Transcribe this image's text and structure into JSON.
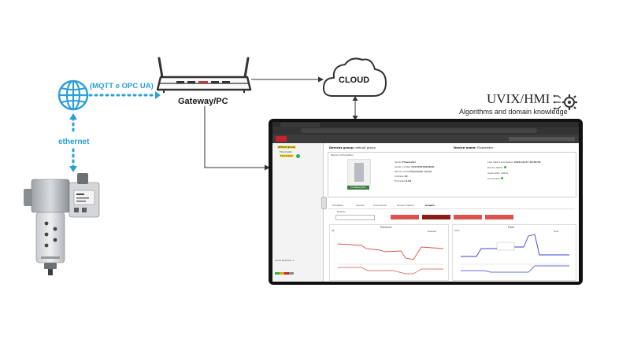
{
  "labels": {
    "protocol": "(MQTT e OPC UA)",
    "ethernet": "ethernet",
    "gateway": "Gateway/PC",
    "cloud": "CLOUD"
  },
  "brand": {
    "logo": "UVIX/HMI",
    "tagline": "Algorithms and domain knowledge"
  },
  "app": {
    "device_group_label": "Devices group:",
    "device_group_value": "default group",
    "device_name_label": "Device name:",
    "device_name_value": "Flowmeter",
    "tree_root": "default group",
    "tree_item_1": "Flowmeter",
    "tree_item_2": "Flowmeter",
    "info_title": "Device information",
    "config_button": "Configuration",
    "fields": [
      {
        "label": "Series",
        "value": "Flowmeter"
      },
      {
        "label": "Serial number",
        "value": "0123456789ABCD"
      },
      {
        "label": "Family name",
        "value": "Flowmeter series"
      },
      {
        "label": "Address",
        "value": "10"
      },
      {
        "label": "Firmware",
        "value": "0.03"
      }
    ],
    "status_fields": [
      {
        "label": "Last data transmission",
        "value": "2020-10-27 10:09:26"
      },
      {
        "label": "Device status",
        "value": ""
      },
      {
        "label": "Application status",
        "value": ""
      },
      {
        "label": "Connection",
        "value": ""
      }
    ],
    "tabs": [
      "Variables",
      "Alarms",
      "Commands",
      "Sensor history",
      "Graphs"
    ],
    "graphs_label": "Graphs",
    "chart_pressure_title": "Pressure",
    "chart_flow_title": "Flow",
    "legend_pressure": "Pressure",
    "legend_flow": "Flow",
    "bar_label": "bar",
    "flow_unit": "l/min",
    "sidebar_footer": "Local Devices: 1"
  }
}
